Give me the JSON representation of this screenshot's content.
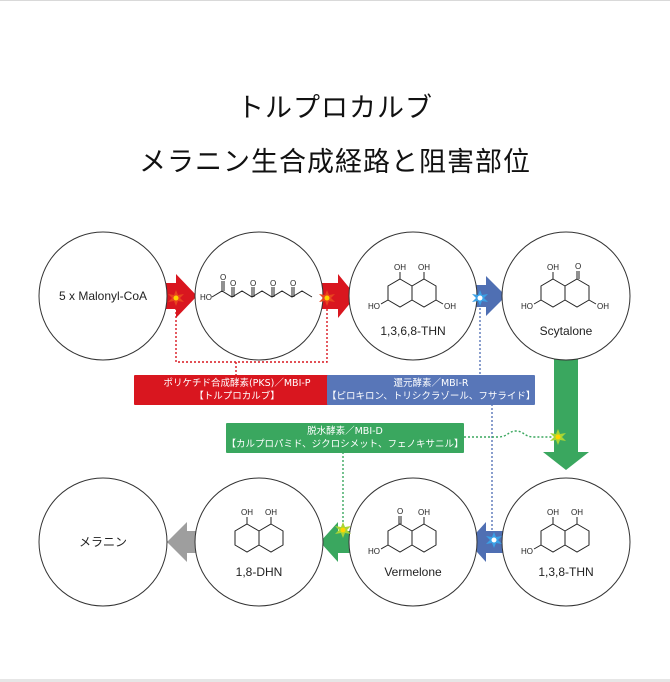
{
  "title": {
    "line1": "トルプロカルブ",
    "line2": "メラニン生合成経路と阻害部位"
  },
  "nodes": {
    "malonyl": "5 x Malonyl-CoA",
    "thn4": "1,3,6,8-THN",
    "scytalone": "Scytalone",
    "melanin": "メラニン",
    "dhn": "1,8-DHN",
    "vermelone": "Vermelone",
    "thn3": "1,3,8-THN"
  },
  "chem_labels": {
    "oh": "OH",
    "ho": "HO",
    "o": "O"
  },
  "enzymes": {
    "pks": {
      "line1": "ポリケチド合成酵素(PKS)／MBI-P",
      "line2": "【トルプロカルブ】",
      "color": "#d9161f"
    },
    "reductase": {
      "line1": "還元酵素／MBI-R",
      "line2": "【ピロキロン、トリシクラゾール、フサライド】",
      "color": "#5876b8"
    },
    "dehydratase": {
      "line1": "脱水酵素／MBI-D",
      "line2": "【カルプロパミド、ジクロシメット、フェノキサニル】",
      "color": "#3aa75f"
    }
  },
  "colors": {
    "arrow_red": "#d9161f",
    "arrow_blue": "#4f6fb3",
    "arrow_green": "#3aa75f",
    "arrow_gray": "#9e9e9e",
    "star_red": "#e8451e",
    "star_blue": "#3aa0e6",
    "star_green": "#a8d534",
    "star_yellow": "#ffd400"
  }
}
